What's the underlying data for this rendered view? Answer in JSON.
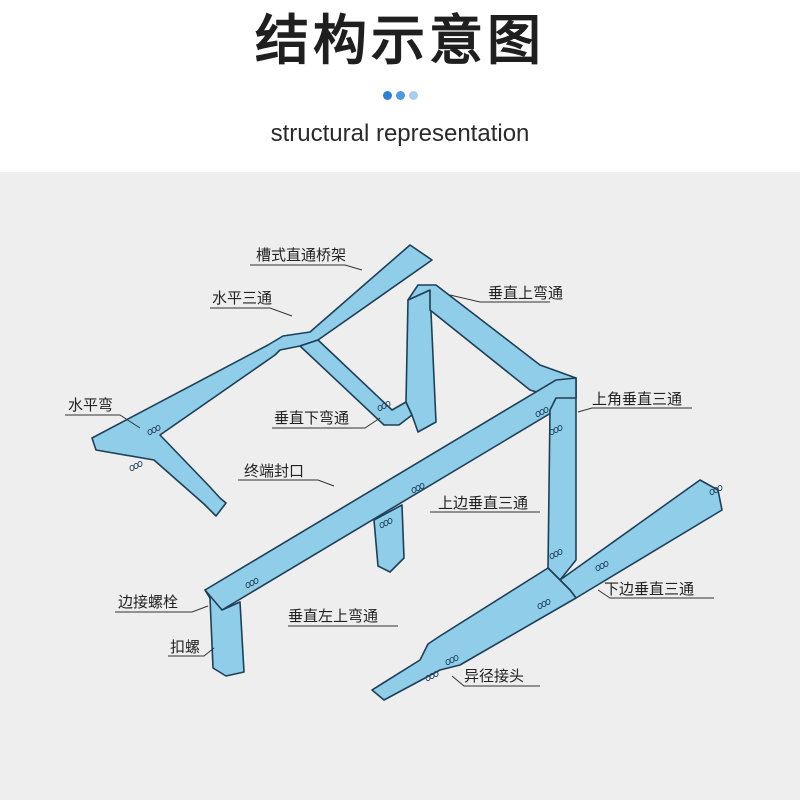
{
  "header": {
    "title": "结构示意图",
    "subtitle": "structural representation",
    "dot_colors": [
      "#2f7fd1",
      "#4f98dc",
      "#a9cdee"
    ]
  },
  "colors": {
    "tray_fill": "#8fcde8",
    "tray_side": "#5fb0d4",
    "tray_stroke": "#1e3f58",
    "panel_bg": "#eeeeee"
  },
  "labels": {
    "slot_tray": "槽式直通桥架",
    "horizontal_tee": "水平三通",
    "vertical_up_bend": "垂直上弯通",
    "horizontal_bend": "水平弯",
    "vertical_down_bend": "垂直下弯通",
    "top_corner_vertical_tee": "上角垂直三通",
    "end_cap": "终端封口",
    "top_side_vertical_tee": "上边垂直三通",
    "side_bolt": "边接螺栓",
    "vertical_left_up_bend": "垂直左上弯通",
    "bottom_side_vertical_tee": "下边垂直三通",
    "buckle_screw": "扣螺",
    "reducer_joint": "异径接头"
  }
}
